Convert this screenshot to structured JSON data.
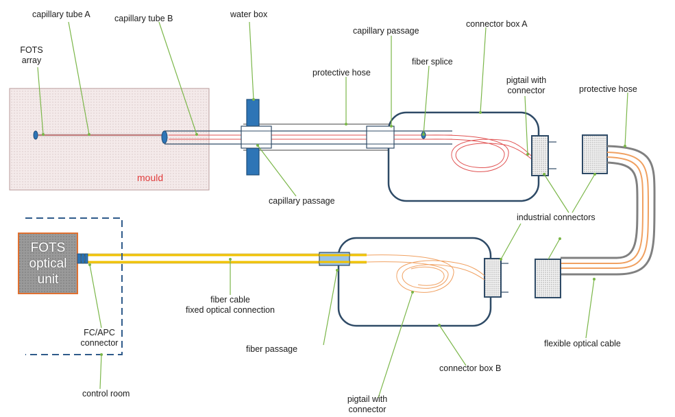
{
  "labels": {
    "capillary_tube_a": "capillary tube A",
    "capillary_tube_b": "capillary tube B",
    "water_box": "water box",
    "capillary_passage_top": "capillary passage",
    "connector_box_a": "connector box A",
    "fots_array_line1": "FOTS",
    "fots_array_line2": "array",
    "protective_hose_top": "protective hose",
    "fiber_splice": "fiber splice",
    "pigtail_a_line1": "pigtail with",
    "pigtail_a_line2": "connector",
    "protective_hose_right": "protective hose",
    "mould": "mould",
    "capillary_passage_bottom": "capillary passage",
    "industrial_connectors": "industrial connectors",
    "fots_unit_line1": "FOTS",
    "fots_unit_line2": "optical",
    "fots_unit_line3": "unit",
    "fiber_cable_line1": "fiber cable",
    "fiber_cable_line2": "fixed optical connection",
    "fc_apc_line1": "FC/APC",
    "fc_apc_line2": "connector",
    "fiber_passage": "fiber passage",
    "connector_box_b": "connector box B",
    "flexible_optical_cable": "flexible optical cable",
    "control_room": "control room",
    "pigtail_b_line1": "pigtail with",
    "pigtail_b_line2": "connector"
  },
  "colors": {
    "leader": "#7ab648",
    "box_stroke": "#2e4a66",
    "connector_fill": "#2e75b6",
    "fiber_red": "#e05050",
    "fiber_orange": "#f0a060",
    "cable_yellow": "#f2c200",
    "hose_gray": "#808080",
    "mould_fill": "#f3e6e6",
    "unit_fill": "#8c8c8c",
    "unit_border": "#e07030",
    "dashed": "#2e5a8a"
  }
}
